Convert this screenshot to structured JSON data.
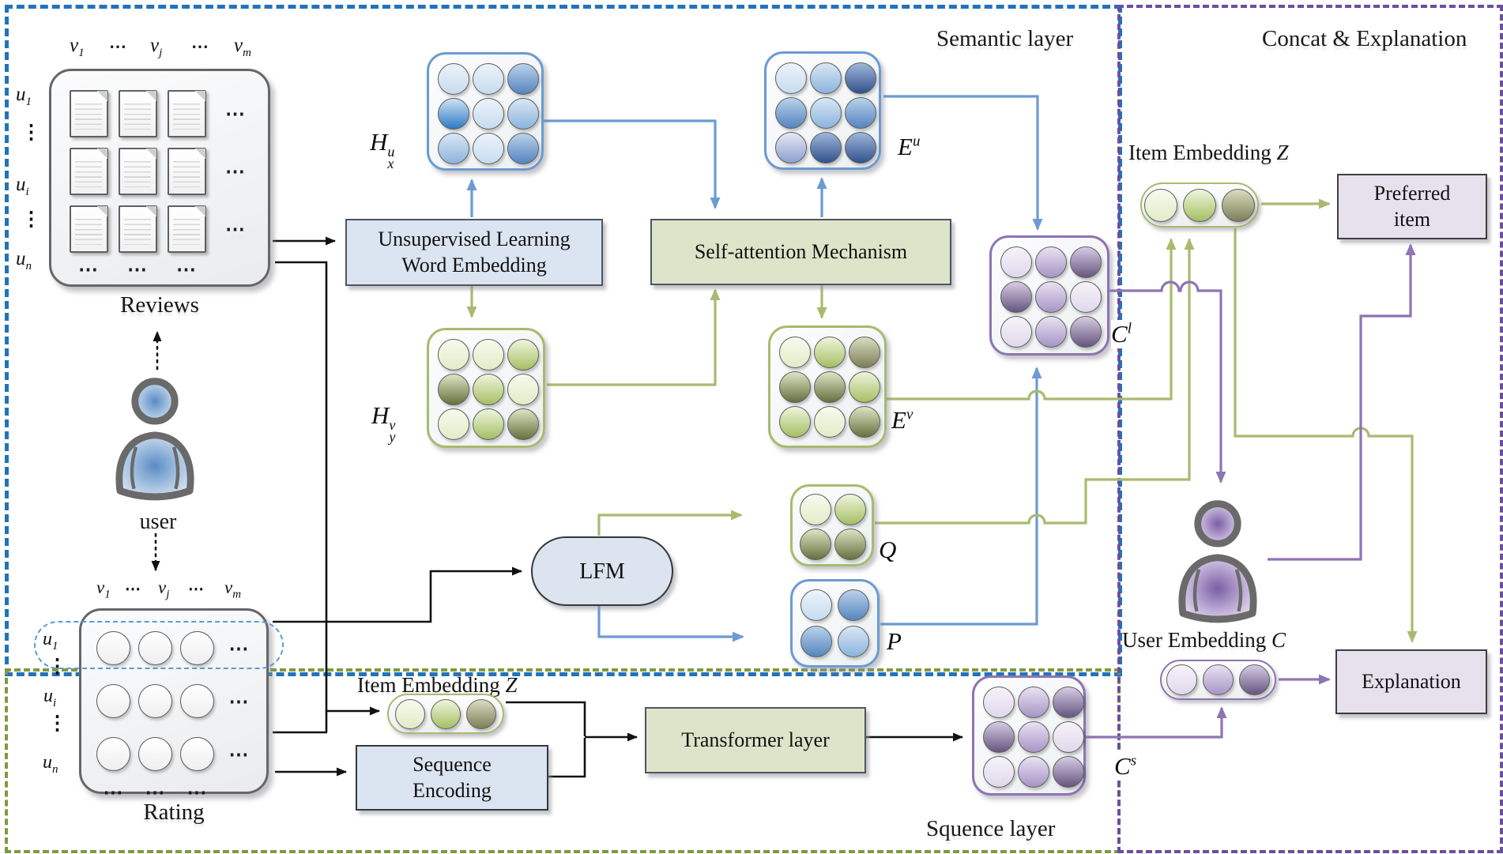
{
  "regions": {
    "semantic": "Semantic layer",
    "sequence": "Squence layer",
    "concat": "Concat & Explanation"
  },
  "t": {
    "v": "v",
    "u": "u",
    "one": "1",
    "j": "j",
    "m": "m",
    "i": "i",
    "n": "n",
    "dots": "⋯",
    "vdots": "⋮",
    "H": "H",
    "E": "E",
    "C": "C",
    "Q": "Q",
    "P": "P",
    "x": "x",
    "y": "y",
    "l": "l",
    "s": "s",
    "Z": "Z",
    "user": "user",
    "reviews": "Reviews",
    "rating": "Rating",
    "item_embedding": "Item Embedding",
    "user_embedding": "User Embedding"
  },
  "boxes": {
    "unsupervised1": "Unsupervised Learning",
    "unsupervised2": "Word Embedding",
    "self_attention": "Self-attention Mechanism",
    "lfm": "LFM",
    "transformer": "Transformer layer",
    "seq_enc1": "Sequence",
    "seq_enc2": "Encoding",
    "preferred1": "Preferred",
    "preferred2": "item",
    "explanation": "Explanation"
  },
  "colors": {
    "semantic_border": "#2273b9",
    "sequence_border": "#7f9a3f",
    "concat_border": "#6a4f9e",
    "blue_line": "#6b9bd2",
    "olive_line": "#a9ba70",
    "purple_line": "#8d74b3",
    "black_line": "#111111"
  }
}
